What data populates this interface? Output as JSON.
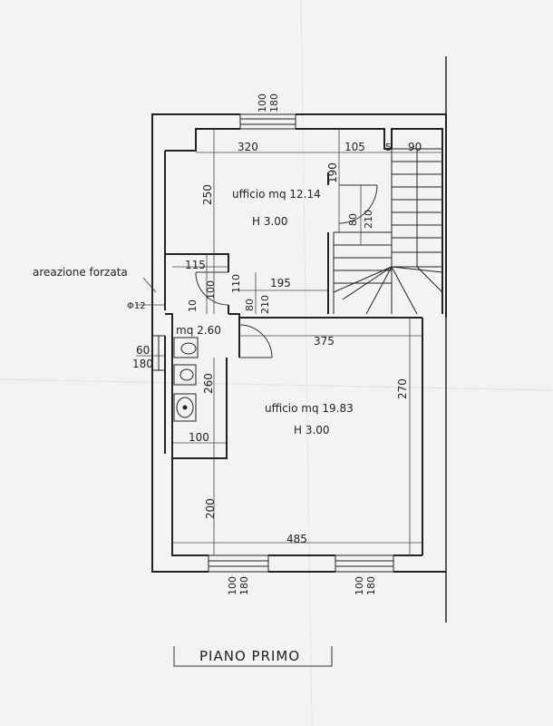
{
  "plan": {
    "title": "PIANO PRIMO",
    "rooms": {
      "upper_office": {
        "label": "ufficio mq 12.14",
        "height": "H 3.00"
      },
      "lower_office": {
        "label": "ufficio mq 19.83",
        "height": "H 3.00"
      },
      "bathroom": {
        "label": "mq 2.60"
      }
    },
    "notes": {
      "forced_ventilation": "areazione forzata",
      "duct": "Φ12"
    },
    "dimensions": {
      "d_320": "320",
      "d_105": "105",
      "d_5": "5",
      "d_90": "90",
      "d_250": "250",
      "d_190": "190",
      "d_80a": "80",
      "d_210a": "210",
      "d_115": "115",
      "d_10": "10",
      "d_100a": "100",
      "d_110": "110",
      "d_195": "195",
      "d_80b": "80",
      "d_210b": "210",
      "d_60": "60",
      "d_180a": "180",
      "d_375": "375",
      "d_260": "260",
      "d_270": "270",
      "d_100b": "100",
      "d_200": "200",
      "d_485": "485"
    },
    "windows": {
      "top": {
        "w": "100",
        "h": "180"
      },
      "bottom_left": {
        "w": "100",
        "h": "180"
      },
      "bottom_right": {
        "w": "100",
        "h": "180"
      }
    }
  }
}
